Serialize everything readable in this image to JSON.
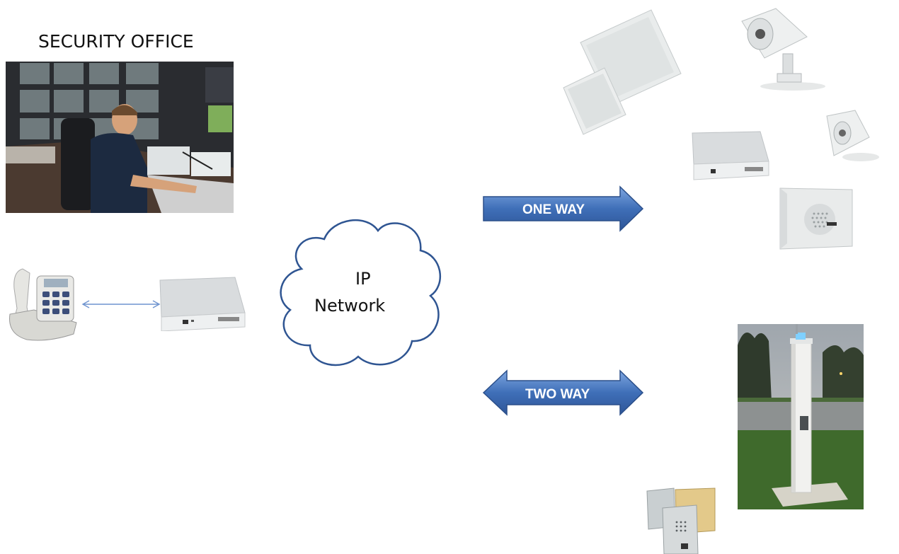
{
  "diagram": {
    "security_office_label": "SECURITY OFFICE",
    "network_label_line1": "IP",
    "network_label_line2": "Network",
    "one_way_label": "ONE WAY",
    "two_way_label": "TWO WAY"
  },
  "colors": {
    "arrow_fill": "#3f6fb8",
    "arrow_stroke": "#2b4f8a",
    "cloud_stroke": "#2f5592",
    "link_line": "#6f94cf"
  },
  "icons": [
    "security-office-photo",
    "telephone-icon",
    "gateway-box-icon",
    "ceiling-speaker-icon",
    "horn-speaker-icon",
    "amplifier-box-icon",
    "wall-speaker-icon",
    "emergency-tower-photo",
    "intercom-panel-icon"
  ]
}
